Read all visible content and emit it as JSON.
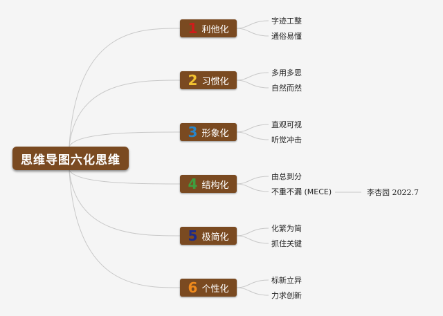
{
  "root": {
    "label": "思维导图六化思维"
  },
  "branches": [
    {
      "num": "1",
      "label": "利他化",
      "num_color": "#d01b1b",
      "leaves": [
        "字迹工整",
        "通俗易懂"
      ]
    },
    {
      "num": "2",
      "label": "习惯化",
      "num_color": "#f2c230",
      "leaves": [
        "多用多思",
        "自然而然"
      ]
    },
    {
      "num": "3",
      "label": "形象化",
      "num_color": "#2a86c9",
      "leaves": [
        "直观可视",
        "听觉冲击"
      ]
    },
    {
      "num": "4",
      "label": "结构化",
      "num_color": "#3f9e3f",
      "leaves": [
        "由总到分",
        "不重不漏 (MECE)"
      ]
    },
    {
      "num": "5",
      "label": "极简化",
      "num_color": "#1c2a8a",
      "leaves": [
        "化繁为简",
        "抓住关键"
      ]
    },
    {
      "num": "6",
      "label": "个性化",
      "num_color": "#f08a1c",
      "leaves": [
        "标新立异",
        "力求创新"
      ]
    }
  ],
  "note": "李杏园 2022.7",
  "colors": {
    "node_bg": "#7a4a21",
    "line": "#c8c8c8",
    "background": "#f5f5f5"
  }
}
